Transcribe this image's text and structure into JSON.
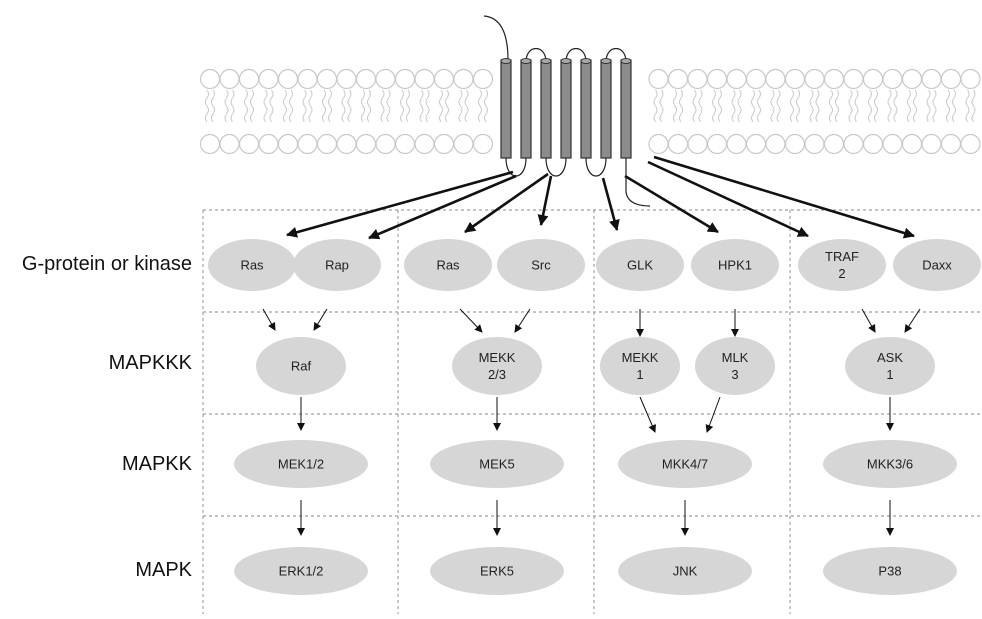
{
  "row_labels": {
    "g_protein": "G-protein or kinase",
    "mapkkk": "MAPKKK",
    "mapkk": "MAPKK",
    "mapk": "MAPK"
  },
  "pathways": [
    {
      "g_proteins": [
        "Ras",
        "Rap"
      ],
      "mapkkk": [
        "Raf"
      ],
      "mapkk": "MEK1/2",
      "mapk": "ERK1/2"
    },
    {
      "g_proteins": [
        "Ras",
        "Src"
      ],
      "mapkkk": [
        "MEKK 2/3"
      ],
      "mapkk": "MEK5",
      "mapk": "ERK5"
    },
    {
      "g_proteins": [
        "GLK",
        "HPK1"
      ],
      "mapkkk": [
        "MEKK 1",
        "MLK 3"
      ],
      "mapkk": "MKK4/7",
      "mapk": "JNK"
    },
    {
      "g_proteins": [
        "TRAF 2",
        "Daxx"
      ],
      "mapkkk": [
        "ASK 1"
      ],
      "mapkk": "MKK3/6",
      "mapk": "P38"
    }
  ],
  "colors": {
    "node_fill": "#d6d6d6",
    "helix_fill": "#8c8c8c",
    "membrane_stroke": "#c8c8c8",
    "arrow": "#111111",
    "grid": "#888888"
  }
}
